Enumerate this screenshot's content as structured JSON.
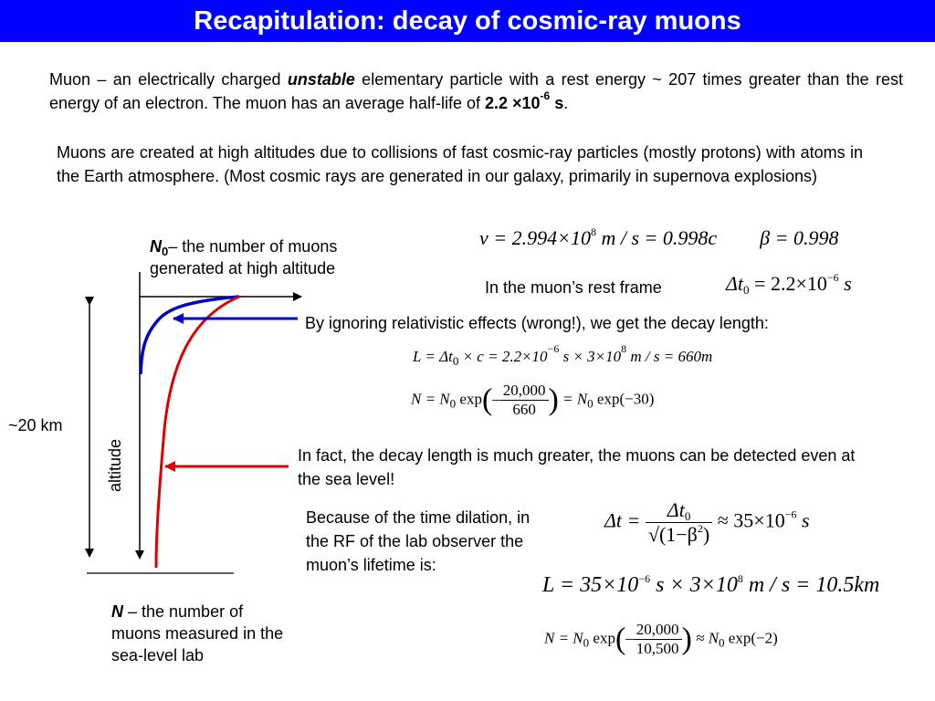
{
  "title": "Recapitulation: decay of cosmic-ray muons",
  "intro": {
    "part1": "Muon – an electrically charged ",
    "emph": "unstable",
    "part2": " elementary particle with a rest energy ~ 207 times greater than the rest energy of an electron. The muon has an average half-life of ",
    "halflife": "2.2 ×10",
    "halflife_exp": "-6",
    "halflife_unit": " s",
    "end": "."
  },
  "origin_paragraph": "Muons are created at high altitudes due to collisions of fast cosmic-ray particles (mostly protons) with atoms in the Earth atmosphere. (Most cosmic rays are generated in our galaxy, primarily in supernova explosions)",
  "speed_eq": {
    "v": "v = 2.994×10",
    "v_exp": "8",
    "v_rest": " m / s = 0.998c",
    "beta": "β = 0.998"
  },
  "rest_frame": {
    "label": "In the muon’s rest frame",
    "eq_left": "Δt",
    "eq_sub": "0",
    "eq_right": " = 2.2×10",
    "eq_exp": "−6",
    "eq_unit": " s"
  },
  "n0_label": {
    "symbol": "N",
    "sub": "0",
    "text": "– the number of muons generated at high altitude"
  },
  "n_label": {
    "symbol": "N",
    "text": " – the number of muons measured in the sea-level lab"
  },
  "altitude_label": "altitude",
  "height_label": "~20 km",
  "nonrel": {
    "text": "By ignoring relativistic effects (wrong!), we get the decay length:",
    "L_eq": "L = Δt",
    "L_sub": "0",
    "L_eq2": " × c = 2.2×10",
    "L_exp1": "−6",
    "L_eq3": " s × 3×10",
    "L_exp2": "8",
    "L_eq4": " m / s = 660m",
    "N_left": "N = N",
    "N_sub": "0",
    "N_exp_word": " exp",
    "N_frac_num": "20,000",
    "N_frac_den": "660",
    "N_right": " = N",
    "N_right_sub": "0",
    "N_right_exp": " exp(−30)"
  },
  "fact_text": "In fact, the decay length is much greater, the muons can be detected even at the sea level!",
  "dilation": {
    "text": "Because of the time dilation, in the RF of the lab observer the muon’s lifetime is:",
    "dt_left": "Δt = ",
    "dt_num": "Δt",
    "dt_num_sub": "0",
    "dt_den": "√(1−β",
    "dt_den_exp": "2",
    "dt_den_close": ")",
    "dt_right": " ≈ 35×10",
    "dt_right_exp": "−6",
    "dt_right_unit": " s",
    "L_eq": "L = 35×10",
    "L_exp1": "−6",
    "L_eq2": " s × 3×10",
    "L_exp2": "8",
    "L_eq3": " m / s = 10.5km",
    "N_left": "N = N",
    "N_sub": "0",
    "N_exp_word": " exp",
    "N_frac_num": "20,000",
    "N_frac_den": "10,500",
    "N_right": " ≈ N",
    "N_right_sub": "0",
    "N_right_exp": " exp(−2)"
  },
  "colors": {
    "title_bg": "#0000ff",
    "blue_curve": "#0000cc",
    "red_curve": "#dd0000"
  }
}
